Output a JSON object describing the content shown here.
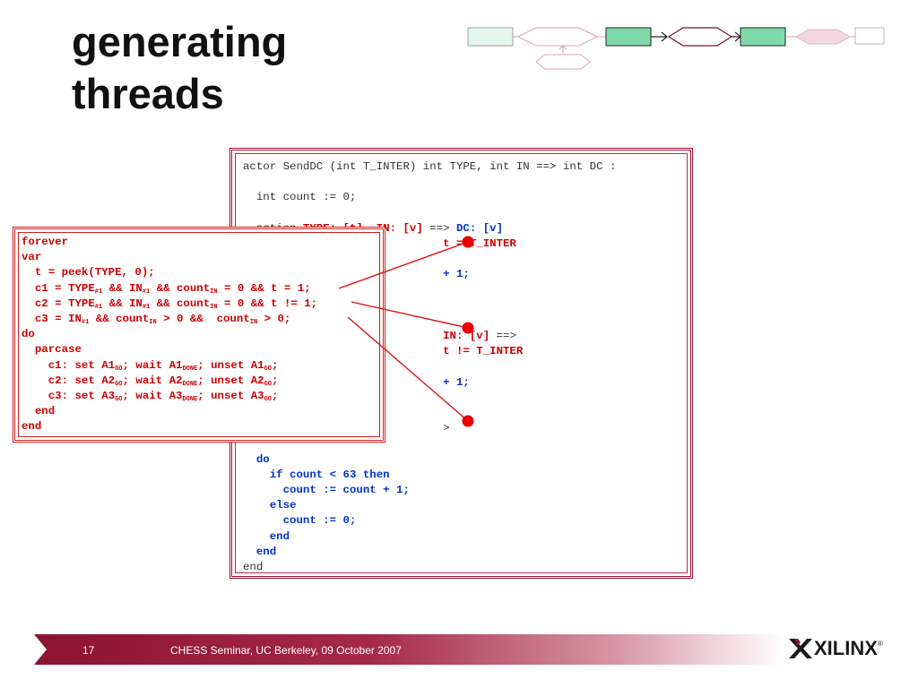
{
  "slide": {
    "title_lines": [
      "generating",
      "threads"
    ]
  },
  "actor_code": [
    [
      [
        "k",
        "actor SendDC (int T_INTER) int TYPE, int IN ==> int DC :"
      ]
    ],
    [
      [
        "k",
        ""
      ]
    ],
    [
      [
        "k",
        "  int count := 0;"
      ]
    ],
    [
      [
        "k",
        ""
      ]
    ],
    [
      [
        "k",
        "  action "
      ],
      [
        "r",
        "TYPE: [t], IN: [v]"
      ],
      [
        "k",
        " ==> "
      ],
      [
        "b",
        "DC: [v]"
      ]
    ],
    [
      [
        "k",
        "                              "
      ],
      [
        "r",
        "t = T_INTER"
      ]
    ],
    [
      [
        "k",
        ""
      ]
    ],
    [
      [
        "k",
        "                              "
      ],
      [
        "b",
        "+ 1;"
      ]
    ],
    [
      [
        "k",
        ""
      ]
    ],
    [
      [
        "k",
        ""
      ]
    ],
    [
      [
        "k",
        ""
      ]
    ],
    [
      [
        "k",
        "                              "
      ],
      [
        "r",
        "IN: [v]"
      ],
      [
        "k",
        " ==>"
      ]
    ],
    [
      [
        "k",
        "                              "
      ],
      [
        "r",
        "t != T_INTER"
      ]
    ],
    [
      [
        "k",
        ""
      ]
    ],
    [
      [
        "k",
        "                              "
      ],
      [
        "b",
        "+ 1;"
      ]
    ],
    [
      [
        "k",
        ""
      ]
    ],
    [
      [
        "k",
        ""
      ]
    ],
    [
      [
        "k",
        "                              >"
      ]
    ],
    [
      [
        "k",
        ""
      ]
    ],
    [
      [
        "k",
        "  "
      ],
      [
        "b",
        "do"
      ]
    ],
    [
      [
        "k",
        "    "
      ],
      [
        "b",
        "if count < 63 then"
      ]
    ],
    [
      [
        "k",
        "      "
      ],
      [
        "b",
        "count := count + 1;"
      ]
    ],
    [
      [
        "k",
        "    "
      ],
      [
        "b",
        "else"
      ]
    ],
    [
      [
        "k",
        "      "
      ],
      [
        "b",
        "count := 0;"
      ]
    ],
    [
      [
        "k",
        "    "
      ],
      [
        "b",
        "end"
      ]
    ],
    [
      [
        "k",
        "  "
      ],
      [
        "b",
        "end"
      ]
    ],
    [
      [
        "k",
        "end"
      ]
    ]
  ],
  "forever_code": [
    [
      [
        "r",
        "forever"
      ]
    ],
    [
      [
        "r",
        "var"
      ]
    ],
    [
      [
        "r",
        "  t = peek(TYPE, 0);"
      ]
    ],
    [
      [
        "r",
        "  c1 = TYPE"
      ],
      [
        "sub",
        "#1"
      ],
      [
        "r",
        " && IN"
      ],
      [
        "sub",
        "#1"
      ],
      [
        "r",
        " && count"
      ],
      [
        "sub",
        "IN"
      ],
      [
        "r",
        " = 0 && t = 1;"
      ]
    ],
    [
      [
        "r",
        "  c2 = TYPE"
      ],
      [
        "sub",
        "#1"
      ],
      [
        "r",
        " && IN"
      ],
      [
        "sub",
        "#1"
      ],
      [
        "r",
        " && count"
      ],
      [
        "sub",
        "IN"
      ],
      [
        "r",
        " = 0 && t != 1;"
      ]
    ],
    [
      [
        "r",
        "  c3 = IN"
      ],
      [
        "sub",
        "#1"
      ],
      [
        "r",
        " && count"
      ],
      [
        "sub",
        "IN"
      ],
      [
        "r",
        " > 0 &&  count"
      ],
      [
        "sub",
        "IN"
      ],
      [
        "r",
        " > 0;"
      ]
    ],
    [
      [
        "r",
        "do"
      ]
    ],
    [
      [
        "r",
        "  parcase"
      ]
    ],
    [
      [
        "r",
        "    c1: set A1"
      ],
      [
        "sub",
        "GO"
      ],
      [
        "r",
        "; wait A1"
      ],
      [
        "sub",
        "DONE"
      ],
      [
        "r",
        "; unset A1"
      ],
      [
        "sub",
        "GO"
      ],
      [
        "r",
        ";"
      ]
    ],
    [
      [
        "r",
        "    c2: set A2"
      ],
      [
        "sub",
        "GO"
      ],
      [
        "r",
        "; wait A2"
      ],
      [
        "sub",
        "DONE"
      ],
      [
        "r",
        "; unset A2"
      ],
      [
        "sub",
        "GO"
      ],
      [
        "r",
        ";"
      ]
    ],
    [
      [
        "r",
        "    c3: set A3"
      ],
      [
        "sub",
        "GO"
      ],
      [
        "r",
        "; wait A3"
      ],
      [
        "sub",
        "DONE"
      ],
      [
        "r",
        "; unset A3"
      ],
      [
        "sub",
        "GO"
      ],
      [
        "r",
        ";"
      ]
    ],
    [
      [
        "r",
        "  end"
      ]
    ],
    [
      [
        "r",
        "end"
      ]
    ]
  ],
  "footer": {
    "page_number": "17",
    "text": "CHESS Seminar, UC Berkeley, 09 October 2007"
  },
  "logo": {
    "text": "XILINX",
    "mark": "®"
  },
  "colors": {
    "brand": "#8c1430",
    "code_keyword": "#0033cc",
    "code_highlight": "#cc0000",
    "flow_green": "#7fd9a8",
    "flow_pink": "#f2d6e0"
  }
}
